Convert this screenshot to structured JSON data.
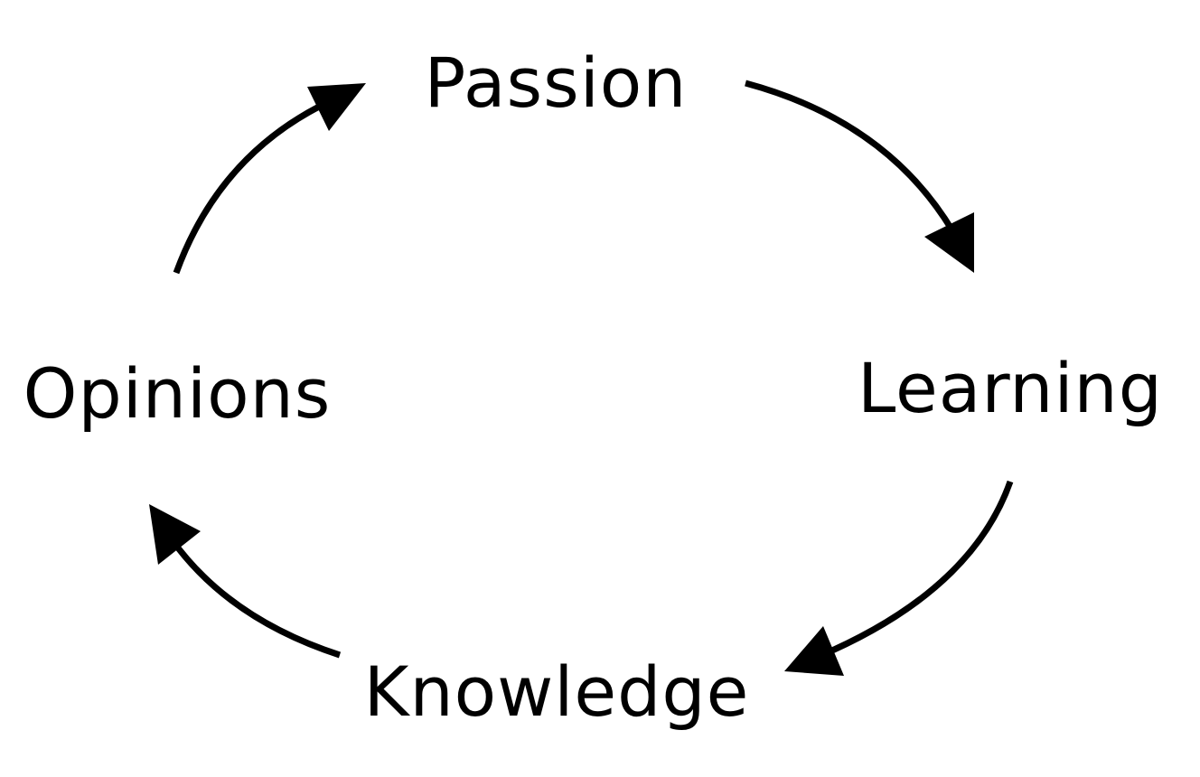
{
  "diagram": {
    "stroke_color": "#000000",
    "background_color": "#ffffff",
    "nodes": {
      "passion": "Passion",
      "learning": "Learning",
      "knowledge": "Knowledge",
      "opinions": "Opinions"
    },
    "edges": [
      {
        "from": "Passion",
        "to": "Learning"
      },
      {
        "from": "Learning",
        "to": "Knowledge"
      },
      {
        "from": "Knowledge",
        "to": "Opinions"
      },
      {
        "from": "Opinions",
        "to": "Passion"
      }
    ]
  }
}
